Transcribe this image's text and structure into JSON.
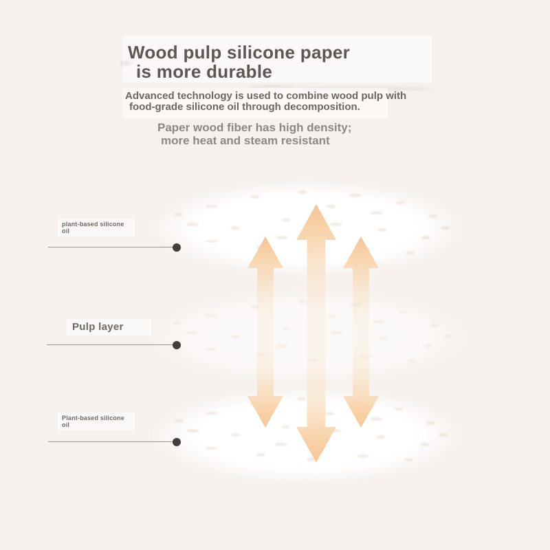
{
  "title": {
    "line1": "Wood pulp silicone paper",
    "line2": "is more durable"
  },
  "subtitle": {
    "line1": "Advanced technology is used to combine wood pulp with",
    "line2": "food-grade silicone oil through decomposition."
  },
  "tagline": {
    "line1": "Paper wood fiber has high density;",
    "line2": "more heat and steam resistant"
  },
  "layers": [
    {
      "id": "top-silicone",
      "label_line1": "plant-based silicone",
      "label_line2": "oil"
    },
    {
      "id": "pulp",
      "label": "Pulp layer"
    },
    {
      "id": "bottom-silicone",
      "label_line1": "Plant-based silicone",
      "label_line2": "oil"
    }
  ],
  "colors": {
    "background": "#f6f1ed",
    "panel": "#fbf7f4",
    "title_text": "#5b5753",
    "subtitle_text": "#6b6661",
    "tagline_text": "#8e8882",
    "label_text": "#6f6963",
    "arrow_peach": "#f5c493",
    "connector_line": "#9a9690",
    "connector_dot": "#413e3b",
    "disc_white": "#ffffff"
  }
}
